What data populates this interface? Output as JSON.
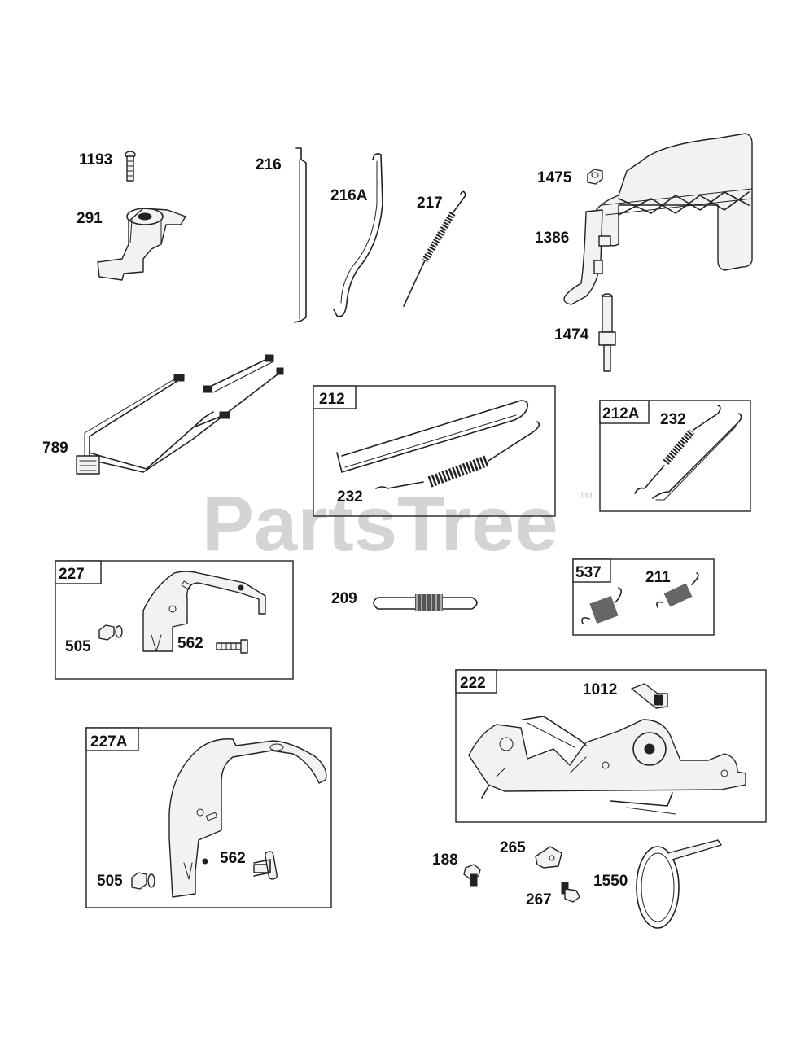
{
  "watermark": {
    "text": "PartsTree",
    "tm": "TM"
  },
  "labels": {
    "p1193": "1193",
    "p291": "291",
    "p216": "216",
    "p216A": "216A",
    "p217": "217",
    "p1475": "1475",
    "p1386": "1386",
    "p1474": "1474",
    "p789": "789",
    "p212": "212",
    "p232a": "232",
    "p212A": "212A",
    "p232b": "232",
    "p227": "227",
    "p505a": "505",
    "p562a": "562",
    "p209": "209",
    "p537": "537",
    "p211": "211",
    "p222": "222",
    "p1012": "1012",
    "p227A": "227A",
    "p505b": "505",
    "p562b": "562",
    "p188": "188",
    "p265": "265",
    "p267": "267",
    "p1550": "1550"
  }
}
